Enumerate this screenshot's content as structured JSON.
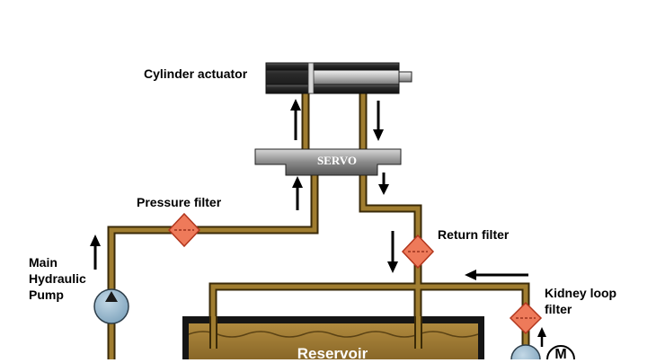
{
  "labels": {
    "cylinder_actuator": "Cylinder actuator",
    "servo": "SERVO",
    "pressure_filter": "Pressure filter",
    "main_hydraulic_pump": "Main\nHydraulic\nPump",
    "return_filter": "Return filter",
    "kidney_loop_filter": "Kidney loop\nfilter",
    "reservoir": "Reservoir",
    "motor": "M"
  },
  "colors": {
    "pipe_fill": "#9b7a2c",
    "pipe_outline": "#3a2a08",
    "fluid": "#9c7630",
    "reservoir_frame": "#1a1a1a",
    "filter_fill": "#ee7a5a",
    "pump_fill": "#8fb3c9",
    "servo_fill": "#7a7a7a",
    "actuator_fill": "#2a2a2a",
    "arrow": "#000000"
  },
  "icons": {
    "pressure_filter": "filter-diamond-icon",
    "return_filter": "filter-diamond-icon",
    "kidney_loop_filter": "filter-diamond-icon",
    "main_pump": "pump-circle-icon",
    "kidney_pump": "pump-circle-icon",
    "motor": "motor-circle-icon"
  }
}
